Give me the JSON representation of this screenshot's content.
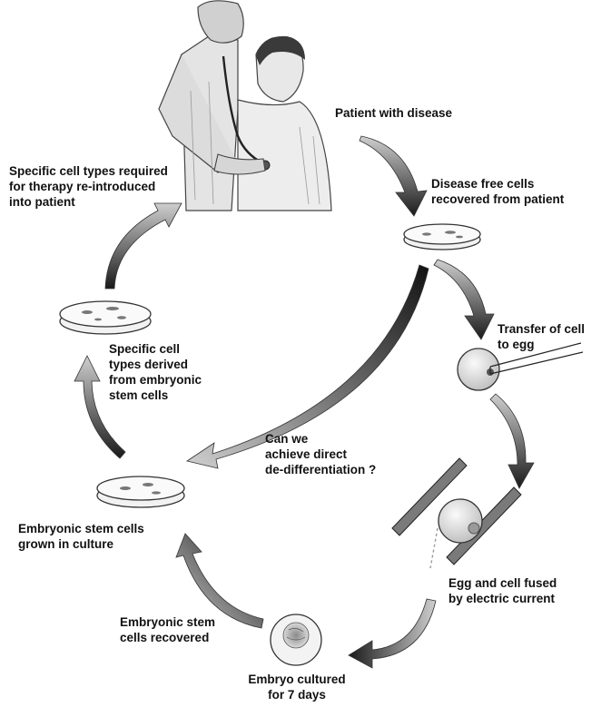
{
  "labels": {
    "patient": [
      "Patient with disease"
    ],
    "recovered": [
      "Disease free cells",
      "recovered from patient"
    ],
    "transfer": [
      "Transfer of cell",
      "to egg"
    ],
    "fused": [
      "Egg and cell fused",
      "by electric current"
    ],
    "cultured": [
      "Embryo cultured",
      "for 7 days"
    ],
    "stem_recovered": [
      "Embryonic stem",
      "cells recovered"
    ],
    "stem_culture": [
      "Embryonic stem cells",
      "grown in culture"
    ],
    "derived": [
      "Specific cell",
      "types derived",
      "from embryonic",
      "stem cells"
    ],
    "reintroduced": [
      "Specific cell types required",
      "for therapy re-introduced",
      "into patient"
    ],
    "direct": [
      "Can we",
      "achieve direct",
      "de-differentiation ?"
    ]
  },
  "colors": {
    "arrow_dark": "#1c1c1c",
    "arrow_light": "#bdbdbd",
    "outline": "#333333"
  },
  "icons": {
    "doctor_patient": "doctor-examining-patient-illustration",
    "dish": "petri-dish",
    "egg": "egg-cell",
    "pipette": "micropipette",
    "electrode": "electrode-plate"
  }
}
